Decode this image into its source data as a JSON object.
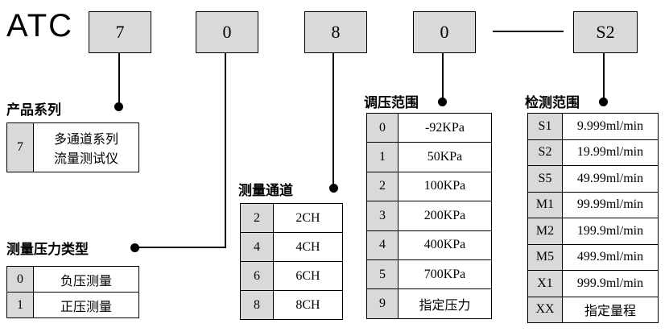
{
  "model_prefix": "ATC",
  "separator": "—",
  "code_boxes": [
    {
      "value": "7"
    },
    {
      "value": "0"
    },
    {
      "value": "8"
    },
    {
      "value": "0"
    },
    {
      "value": "S2"
    }
  ],
  "sections": {
    "product_series": {
      "title": "产品系列",
      "rows": [
        [
          "7",
          "多通道系列\n流量测试仪"
        ]
      ]
    },
    "pressure_type": {
      "title": "测量压力类型",
      "rows": [
        [
          "0",
          "负压测量"
        ],
        [
          "1",
          "正压测量"
        ]
      ]
    },
    "channels": {
      "title": "测量通道",
      "rows": [
        [
          "2",
          "2CH"
        ],
        [
          "4",
          "4CH"
        ],
        [
          "6",
          "6CH"
        ],
        [
          "8",
          "8CH"
        ]
      ]
    },
    "pressure_range": {
      "title": "调压范围",
      "rows": [
        [
          "0",
          "-92KPa"
        ],
        [
          "1",
          "50KPa"
        ],
        [
          "2",
          "100KPa"
        ],
        [
          "3",
          "200KPa"
        ],
        [
          "4",
          "400KPa"
        ],
        [
          "5",
          "700KPa"
        ],
        [
          "9",
          "指定压力"
        ]
      ]
    },
    "detection_range": {
      "title": "检测范围",
      "rows": [
        [
          "S1",
          "9.999ml/min"
        ],
        [
          "S2",
          "19.99ml/min"
        ],
        [
          "S5",
          "49.99ml/min"
        ],
        [
          "M1",
          "99.99ml/min"
        ],
        [
          "M2",
          "199.9ml/min"
        ],
        [
          "M5",
          "499.9ml/min"
        ],
        [
          "X1",
          "999.9ml/min"
        ],
        [
          "XX",
          "指定量程"
        ]
      ]
    }
  },
  "colors": {
    "cell_fill": "#d9d9d9",
    "line": "#000000",
    "background": "#ffffff"
  }
}
